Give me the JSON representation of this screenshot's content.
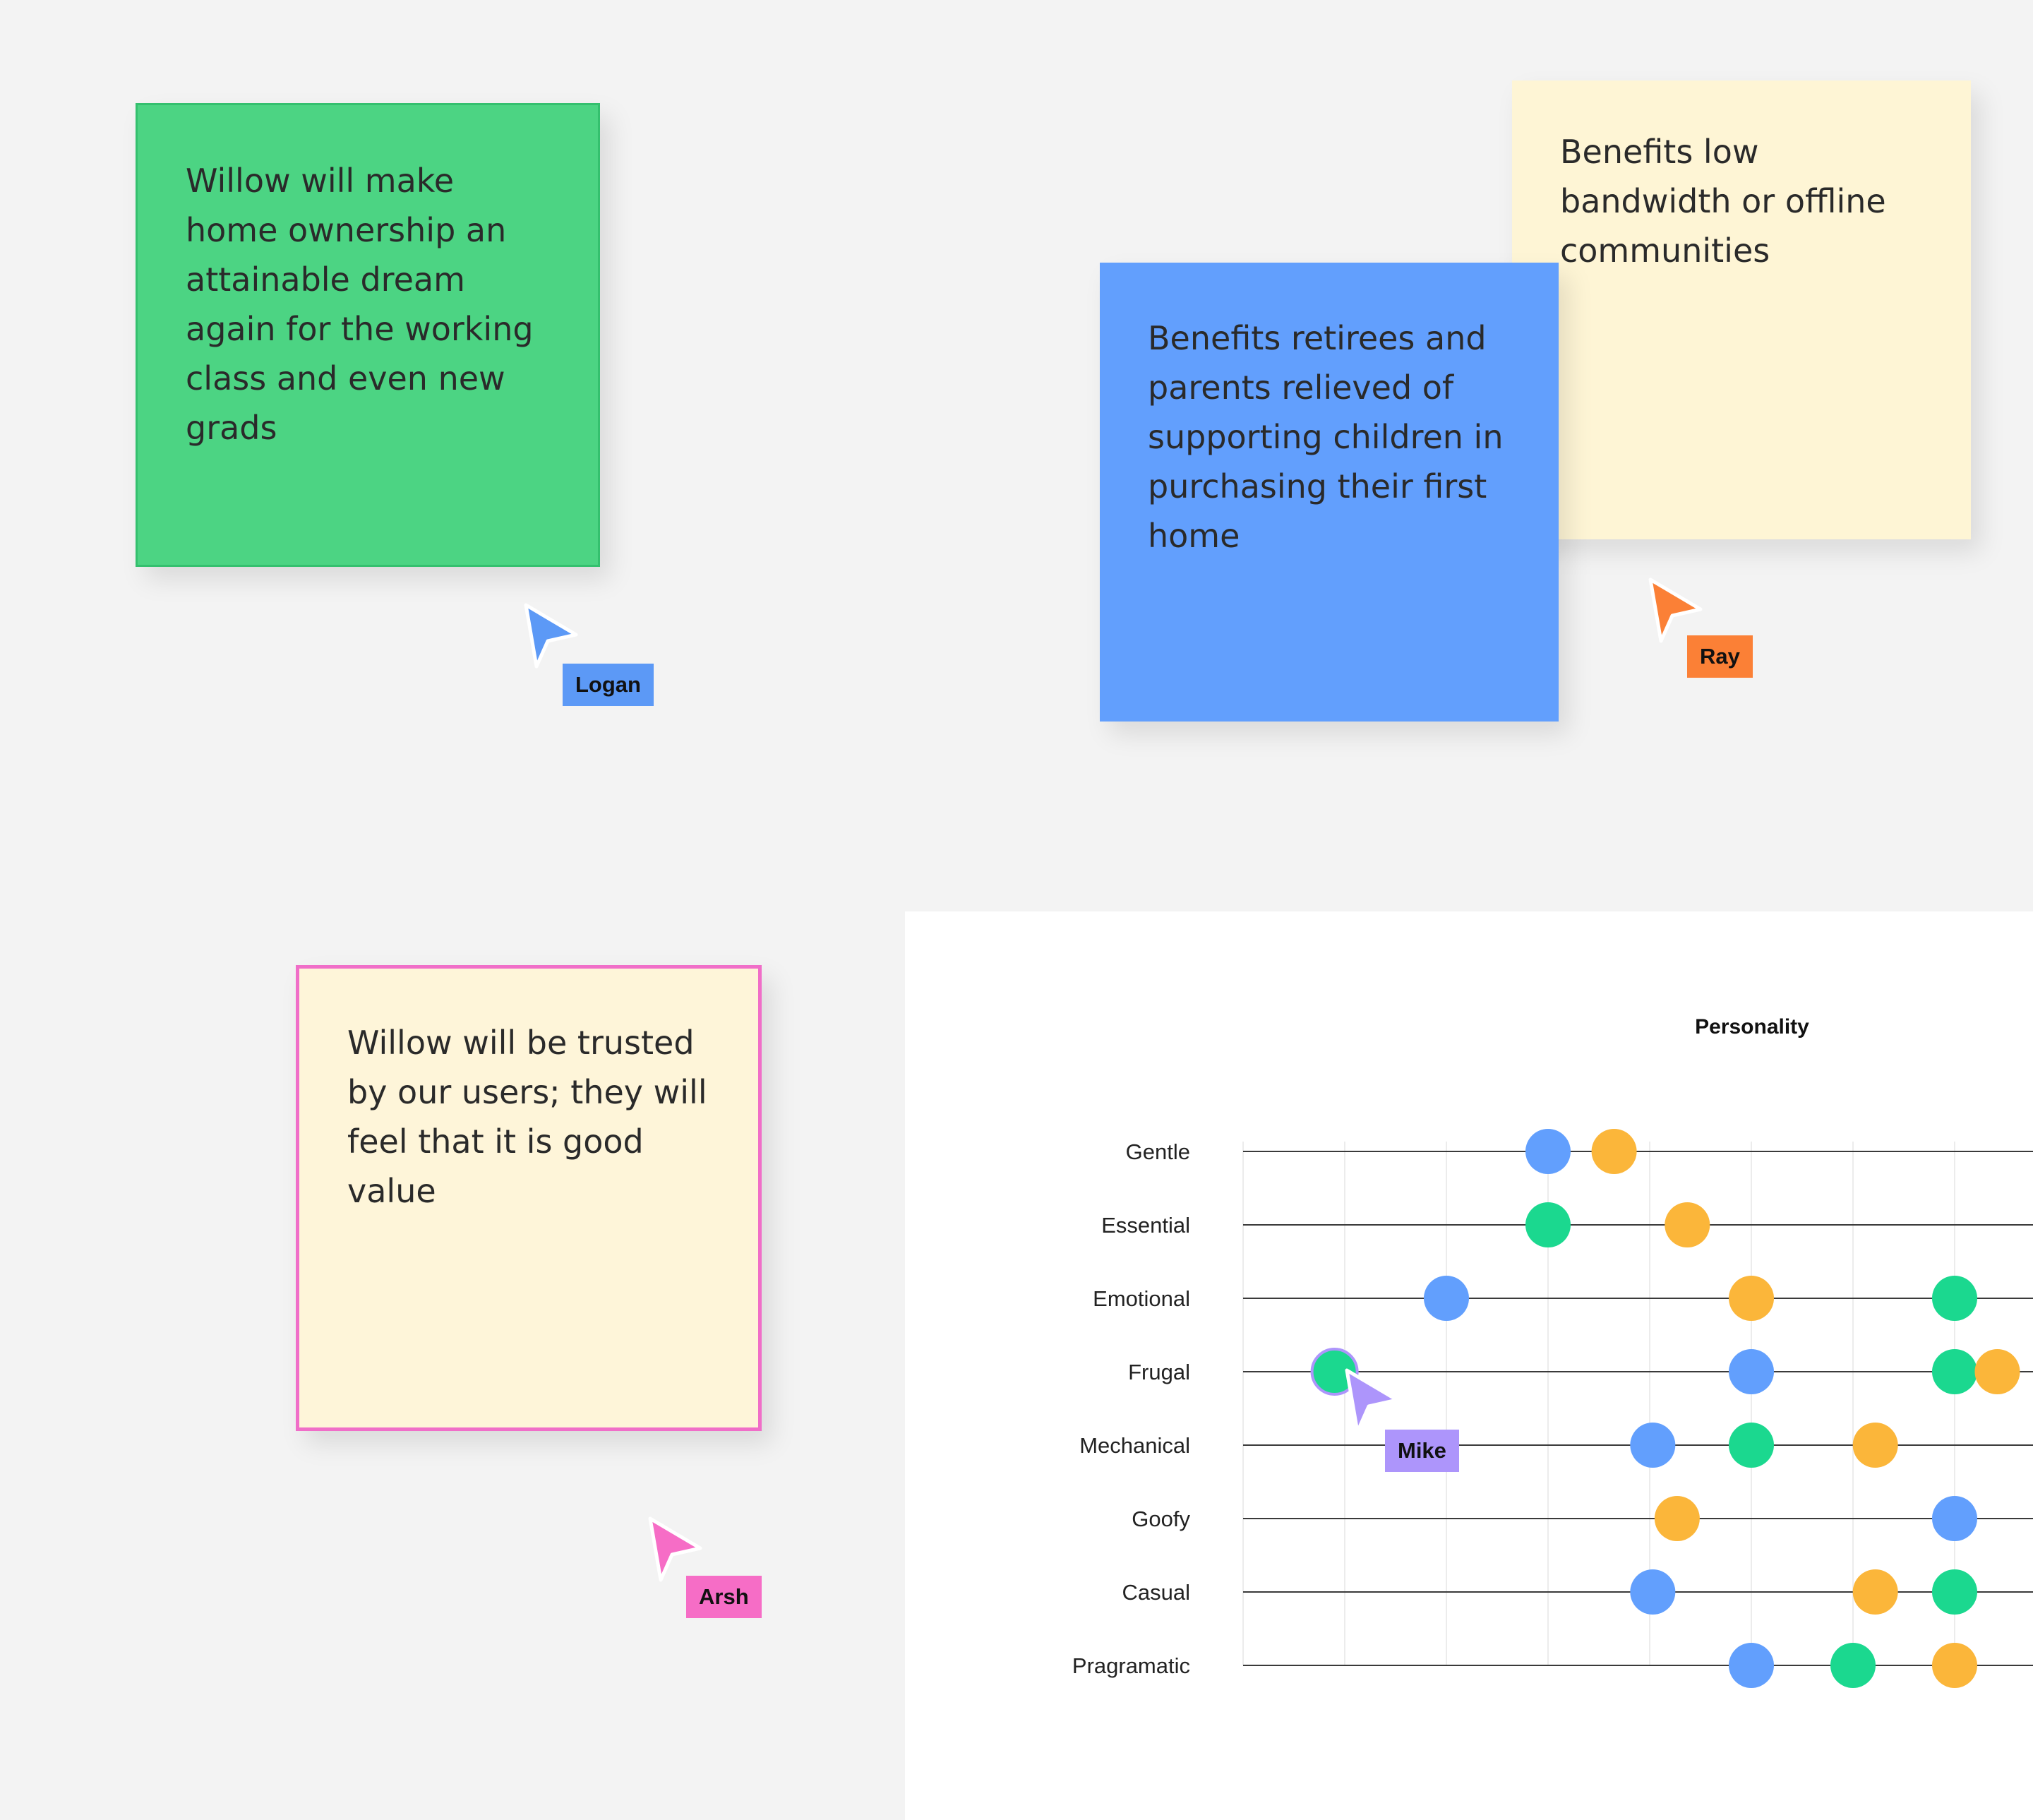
{
  "notes": {
    "green": "Willow will make home ownership an attainable dream again for the working class and even new grads",
    "yellow_top": "Benefits low bandwidth or offline communities",
    "blue": "Benefits retirees and parents relieved of supporting children in purchasing their first home",
    "pink": "Willow will be trusted by our users; they will feel that it is good value"
  },
  "cursors": [
    {
      "name": "Logan",
      "color": "#5c99f6"
    },
    {
      "name": "Ray",
      "color": "#fb8036"
    },
    {
      "name": "Mike",
      "color": "#ad95fb"
    },
    {
      "name": "Arsh",
      "color": "#f66dc6"
    }
  ],
  "colors": {
    "blue": "#629ffd",
    "green": "#1bd88f",
    "yellow": "#fbb63a"
  },
  "chart_data": {
    "type": "scatter",
    "title": "Personality",
    "x_range": [
      0,
      8
    ],
    "categories": [
      "Gentle",
      "Essential",
      "Emotional",
      "Frugal",
      "Mechanical",
      "Goofy",
      "Casual",
      "Pragramatic"
    ],
    "points": [
      {
        "row": "Gentle",
        "x": 3.0,
        "color": "blue"
      },
      {
        "row": "Gentle",
        "x": 3.65,
        "color": "yellow"
      },
      {
        "row": "Essential",
        "x": 3.0,
        "color": "green"
      },
      {
        "row": "Essential",
        "x": 4.37,
        "color": "yellow"
      },
      {
        "row": "Emotional",
        "x": 2.0,
        "color": "blue"
      },
      {
        "row": "Emotional",
        "x": 5.0,
        "color": "yellow"
      },
      {
        "row": "Emotional",
        "x": 7.0,
        "color": "green"
      },
      {
        "row": "Frugal",
        "x": 0.9,
        "color": "green"
      },
      {
        "row": "Frugal",
        "x": 5.0,
        "color": "blue"
      },
      {
        "row": "Frugal",
        "x": 7.0,
        "color": "green"
      },
      {
        "row": "Frugal",
        "x": 7.42,
        "color": "yellow"
      },
      {
        "row": "Mechanical",
        "x": 4.03,
        "color": "blue"
      },
      {
        "row": "Mechanical",
        "x": 5.0,
        "color": "green"
      },
      {
        "row": "Mechanical",
        "x": 6.22,
        "color": "yellow"
      },
      {
        "row": "Goofy",
        "x": 4.27,
        "color": "yellow"
      },
      {
        "row": "Goofy",
        "x": 7.0,
        "color": "blue"
      },
      {
        "row": "Casual",
        "x": 4.03,
        "color": "blue"
      },
      {
        "row": "Casual",
        "x": 6.22,
        "color": "yellow"
      },
      {
        "row": "Casual",
        "x": 7.0,
        "color": "green"
      },
      {
        "row": "Pragramatic",
        "x": 5.0,
        "color": "blue"
      },
      {
        "row": "Pragramatic",
        "x": 6.0,
        "color": "green"
      },
      {
        "row": "Pragramatic",
        "x": 7.0,
        "color": "yellow"
      }
    ]
  }
}
